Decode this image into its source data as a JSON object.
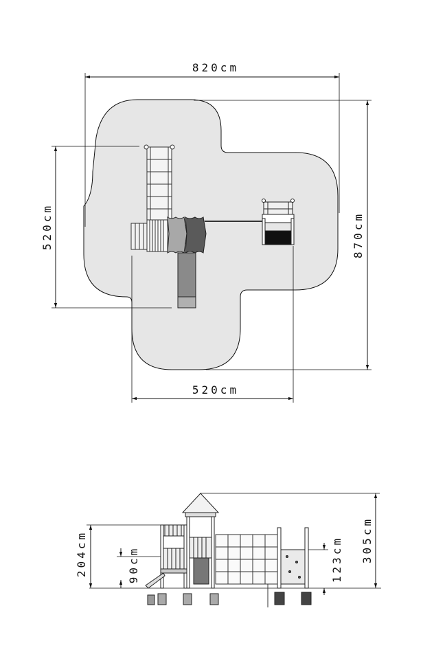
{
  "plan_view": {
    "width_total": "820cm",
    "height_total": "870cm",
    "width_lower": "520cm",
    "height_left": "520cm"
  },
  "elevation_view": {
    "height_total": "305cm",
    "height_left": "204cm",
    "platform_left": "90cm",
    "platform_right": "123cm"
  },
  "colors": {
    "safety_zone": "#e6e6e6",
    "line": "#111111",
    "slide": "#808080",
    "dark_panel": "#555555",
    "mid_panel": "#9a9a9a"
  }
}
